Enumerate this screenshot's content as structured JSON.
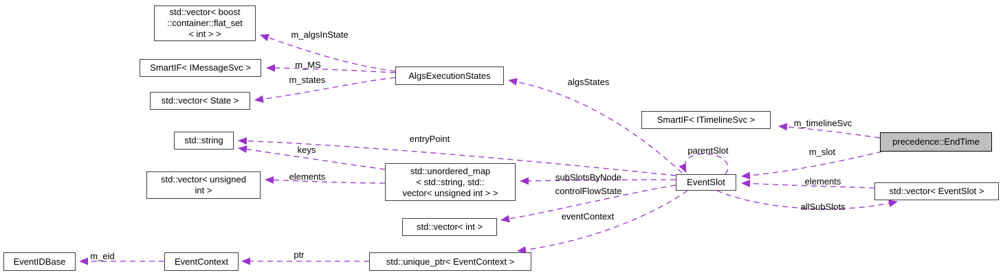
{
  "diagram": {
    "type": "collaboration-graph",
    "highlighted_node": "precedence::EndTime",
    "colors": {
      "edge": "#9a32cd",
      "node_border": "#3d3d3d",
      "node_fill": "#ffffff",
      "highlight_fill": "#bfbfbf",
      "text": "#000000"
    },
    "nodes": [
      {
        "id": "vector-flat-set",
        "label": "std::vector< boost\n::container::flat_set\n< int > >"
      },
      {
        "id": "smartif-imessagesvc",
        "label": "SmartIF< IMessageSvc >"
      },
      {
        "id": "vector-state",
        "label": "std::vector< State >"
      },
      {
        "id": "algs-execution-states",
        "label": "AlgsExecutionStates"
      },
      {
        "id": "std-string",
        "label": "std::string"
      },
      {
        "id": "vector-unsigned-int",
        "label": "std::vector< unsigned\nint >"
      },
      {
        "id": "unordered-map",
        "label": "std::unordered_map\n< std::string, std::\nvector< unsigned int > >"
      },
      {
        "id": "vector-int",
        "label": "std::vector< int >"
      },
      {
        "id": "event-id-base",
        "label": "EventIDBase"
      },
      {
        "id": "event-context",
        "label": "EventContext"
      },
      {
        "id": "unique-ptr-event-context",
        "label": "std::unique_ptr< EventContext >"
      },
      {
        "id": "event-slot",
        "label": "EventSlot"
      },
      {
        "id": "smartif-itimelinesvc",
        "label": "SmartIF< ITimelineSvc >"
      },
      {
        "id": "precedence-endtime",
        "label": "precedence::EndTime",
        "highlighted": true
      },
      {
        "id": "vector-eventslot",
        "label": "std::vector< EventSlot >"
      }
    ],
    "edges": [
      {
        "label": "m_algsInState",
        "from": "AlgsExecutionStates",
        "to": "std::vector< boost::container::flat_set< int > >"
      },
      {
        "label": "m_MS",
        "from": "AlgsExecutionStates",
        "to": "SmartIF< IMessageSvc >"
      },
      {
        "label": "m_states",
        "from": "AlgsExecutionStates",
        "to": "std::vector< State >"
      },
      {
        "label": "algsStates",
        "from": "EventSlot",
        "to": "AlgsExecutionStates"
      },
      {
        "label": "entryPoint",
        "from": "EventSlot",
        "to": "std::string"
      },
      {
        "label": "keys",
        "from": "std::unordered_map",
        "to": "std::string"
      },
      {
        "label": "elements",
        "from": "std::unordered_map",
        "to": "std::vector< unsigned int >"
      },
      {
        "label": "subSlotsByNode",
        "from": "EventSlot",
        "to": "std::unordered_map"
      },
      {
        "label": "controlFlowState",
        "from": "EventSlot",
        "to": "std::vector< int >"
      },
      {
        "label": "eventContext",
        "from": "EventSlot",
        "to": "std::unique_ptr< EventContext >"
      },
      {
        "label": "parentSlot",
        "from": "EventSlot",
        "to": "EventSlot"
      },
      {
        "label": "m_timelineSvc",
        "from": "precedence::EndTime",
        "to": "SmartIF< ITimelineSvc >"
      },
      {
        "label": "m_slot",
        "from": "precedence::EndTime",
        "to": "EventSlot"
      },
      {
        "label": "elements",
        "from": "std::vector< EventSlot >",
        "to": "EventSlot"
      },
      {
        "label": "allSubSlots",
        "from": "EventSlot",
        "to": "std::vector< EventSlot >"
      },
      {
        "label": "m_eid",
        "from": "EventContext",
        "to": "EventIDBase"
      },
      {
        "label": "ptr",
        "from": "std::unique_ptr< EventContext >",
        "to": "EventContext"
      }
    ]
  }
}
